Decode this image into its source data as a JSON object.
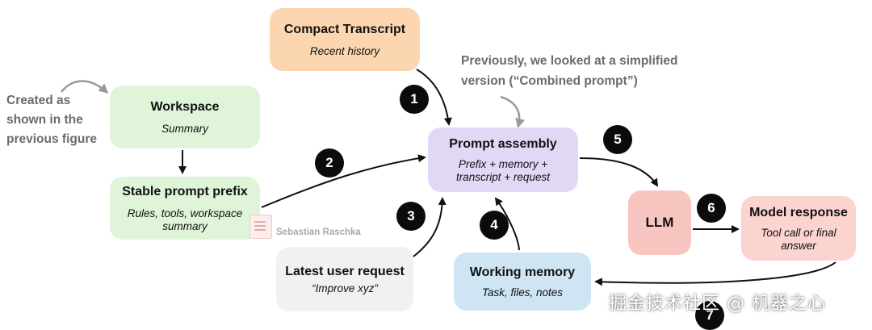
{
  "nodes": {
    "transcript": {
      "title": "Compact Transcript",
      "subtitle": "Recent history"
    },
    "workspace": {
      "title": "Workspace",
      "subtitle": "Summary"
    },
    "prefix": {
      "title": "Stable prompt prefix",
      "subtitle": "Rules, tools, workspace summary"
    },
    "assembly": {
      "title": "Prompt assembly",
      "subtitle": "Prefix + memory + transcript + request"
    },
    "llm": {
      "title": "LLM"
    },
    "response": {
      "title": "Model response",
      "subtitle": "Tool call or final answer"
    },
    "request": {
      "title": "Latest user request",
      "subtitle": "“Improve xyz”"
    },
    "memory": {
      "title": "Working memory",
      "subtitle": "Task, files, notes"
    }
  },
  "steps": [
    "1",
    "2",
    "3",
    "4",
    "5",
    "6",
    "7"
  ],
  "notes": {
    "created": "Created as\nshown in the\nprevious figure",
    "previous": "Previously, we looked at a simplified\nversion (“Combined prompt”)"
  },
  "watermarks": {
    "author": "Sebastian Raschka",
    "site": "掘金技术社区 @ 机器之心"
  },
  "colors": {
    "transcript": "#fbd6b0",
    "workspace": "#dff4d8",
    "assembly": "#e3d7f6",
    "llm": "#f8c6c0",
    "response": "#fbd3cf",
    "request": "#f1f1ef",
    "memory": "#cfe5f3"
  }
}
